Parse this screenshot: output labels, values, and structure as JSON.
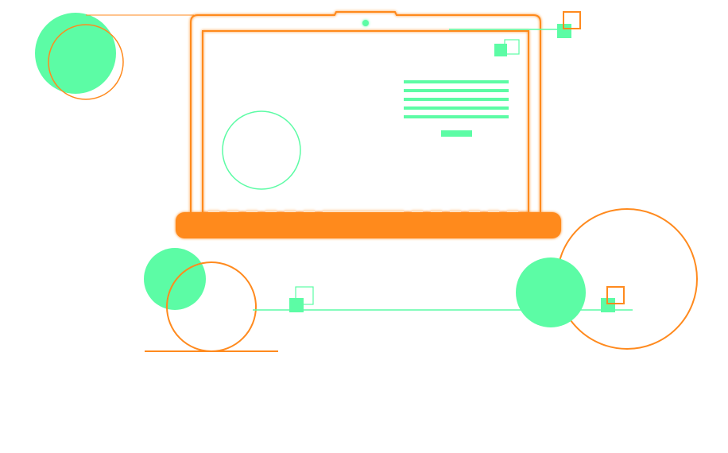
{
  "illustration": {
    "subject": "laptop-line-art",
    "colors": {
      "orange": "#ff8a1e",
      "green": "#5cfca5",
      "glow": "#ffe2c4",
      "background": "#ffffff"
    },
    "icons": [
      "laptop-icon",
      "webcam-dot",
      "text-lines",
      "circle",
      "square"
    ]
  }
}
